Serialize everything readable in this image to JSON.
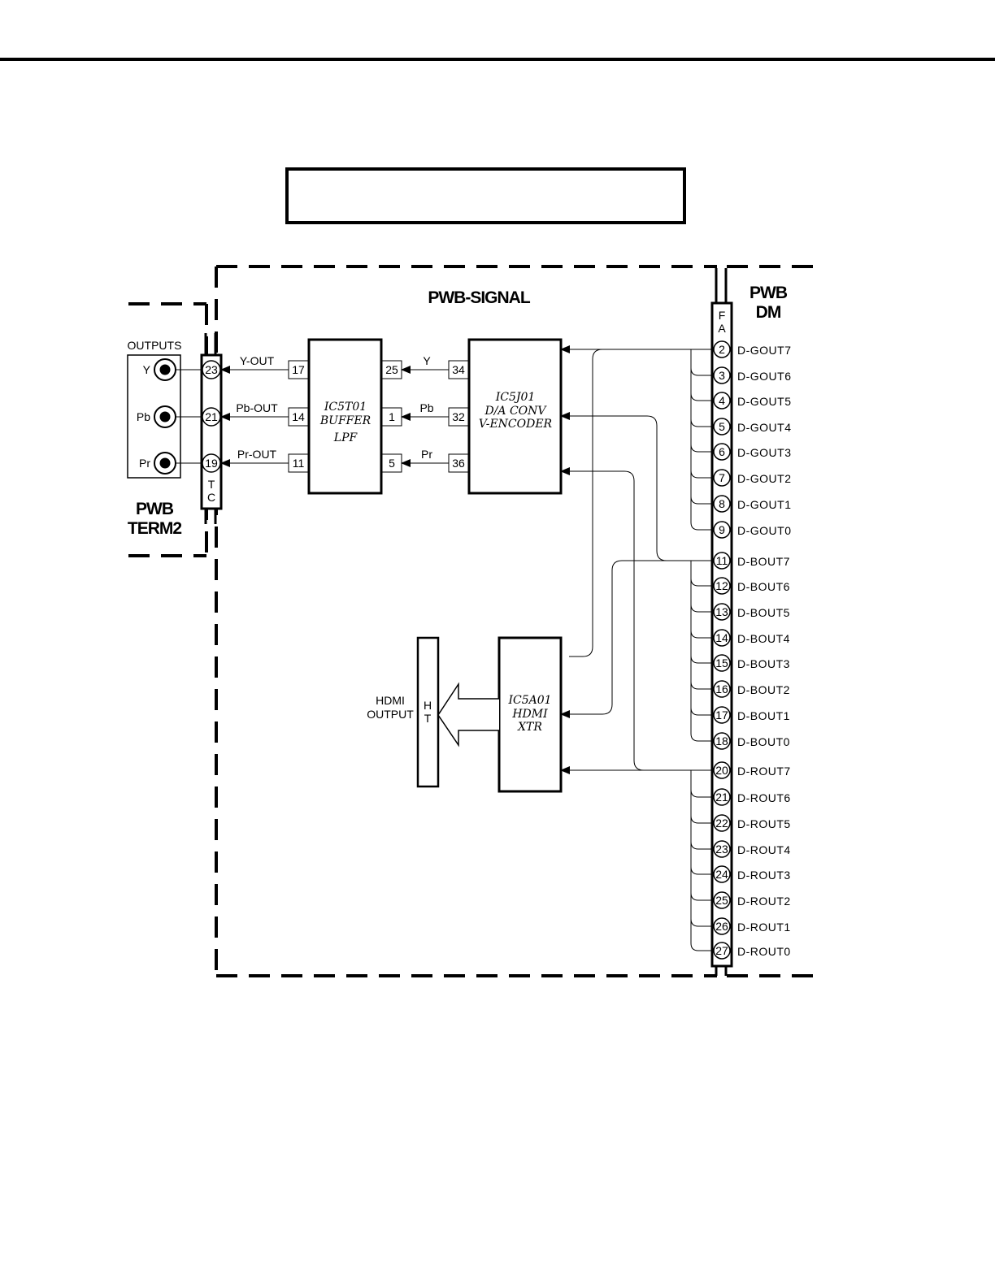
{
  "header_rule": true,
  "title_box_text": "",
  "boards": {
    "signal": "PWB-SIGNAL",
    "dm_line1": "PWB",
    "dm_line2": "DM",
    "term2_line1": "PWB",
    "term2_line2": "TERM2"
  },
  "connectors": {
    "fa_letters": [
      "F",
      "A"
    ],
    "tc_letters": [
      "T",
      "C"
    ],
    "ht_letters": [
      "H",
      "T"
    ]
  },
  "outputs": {
    "title": "OUTPUTS",
    "jacks": [
      "Y",
      "Pb",
      "Pr"
    ]
  },
  "tc_pins": [
    "23",
    "21",
    "19"
  ],
  "tc_signals": [
    "Y-OUT",
    "Pb-OUT",
    "Pr-OUT"
  ],
  "ic5t01": {
    "lines": [
      "IC5T01",
      "BUFFER",
      "LPF"
    ],
    "out_pins": [
      "17",
      "14",
      "11"
    ],
    "in_pins": [
      "25",
      "1",
      "5"
    ]
  },
  "enc_signals": [
    "Y",
    "Pb",
    "Pr"
  ],
  "ic5j01": {
    "lines": [
      "IC5J01",
      "D/A CONV",
      "V-ENCODER"
    ],
    "out_pins": [
      "34",
      "32",
      "36"
    ]
  },
  "ic5a01": {
    "lines": [
      "IC5A01",
      "HDMI",
      "XTR"
    ]
  },
  "hdmi_output": [
    "HDMI",
    "OUTPUT"
  ],
  "fa_pins": [
    {
      "pin": "2",
      "label": "D-GOUT7"
    },
    {
      "pin": "3",
      "label": "D-GOUT6"
    },
    {
      "pin": "4",
      "label": "D-GOUT5"
    },
    {
      "pin": "5",
      "label": "D-GOUT4"
    },
    {
      "pin": "6",
      "label": "D-GOUT3"
    },
    {
      "pin": "7",
      "label": "D-GOUT2"
    },
    {
      "pin": "8",
      "label": "D-GOUT1"
    },
    {
      "pin": "9",
      "label": "D-GOUT0"
    },
    {
      "pin": "11",
      "label": "D-BOUT7"
    },
    {
      "pin": "12",
      "label": "D-BOUT6"
    },
    {
      "pin": "13",
      "label": "D-BOUT5"
    },
    {
      "pin": "14",
      "label": "D-BOUT4"
    },
    {
      "pin": "15",
      "label": "D-BOUT3"
    },
    {
      "pin": "16",
      "label": "D-BOUT2"
    },
    {
      "pin": "17",
      "label": "D-BOUT1"
    },
    {
      "pin": "18",
      "label": "D-BOUT0"
    },
    {
      "pin": "20",
      "label": "D-ROUT7"
    },
    {
      "pin": "21",
      "label": "D-ROUT6"
    },
    {
      "pin": "22",
      "label": "D-ROUT5"
    },
    {
      "pin": "23",
      "label": "D-ROUT4"
    },
    {
      "pin": "24",
      "label": "D-ROUT3"
    },
    {
      "pin": "25",
      "label": "D-ROUT2"
    },
    {
      "pin": "26",
      "label": "D-ROUT1"
    },
    {
      "pin": "27",
      "label": "D-ROUT0"
    }
  ]
}
